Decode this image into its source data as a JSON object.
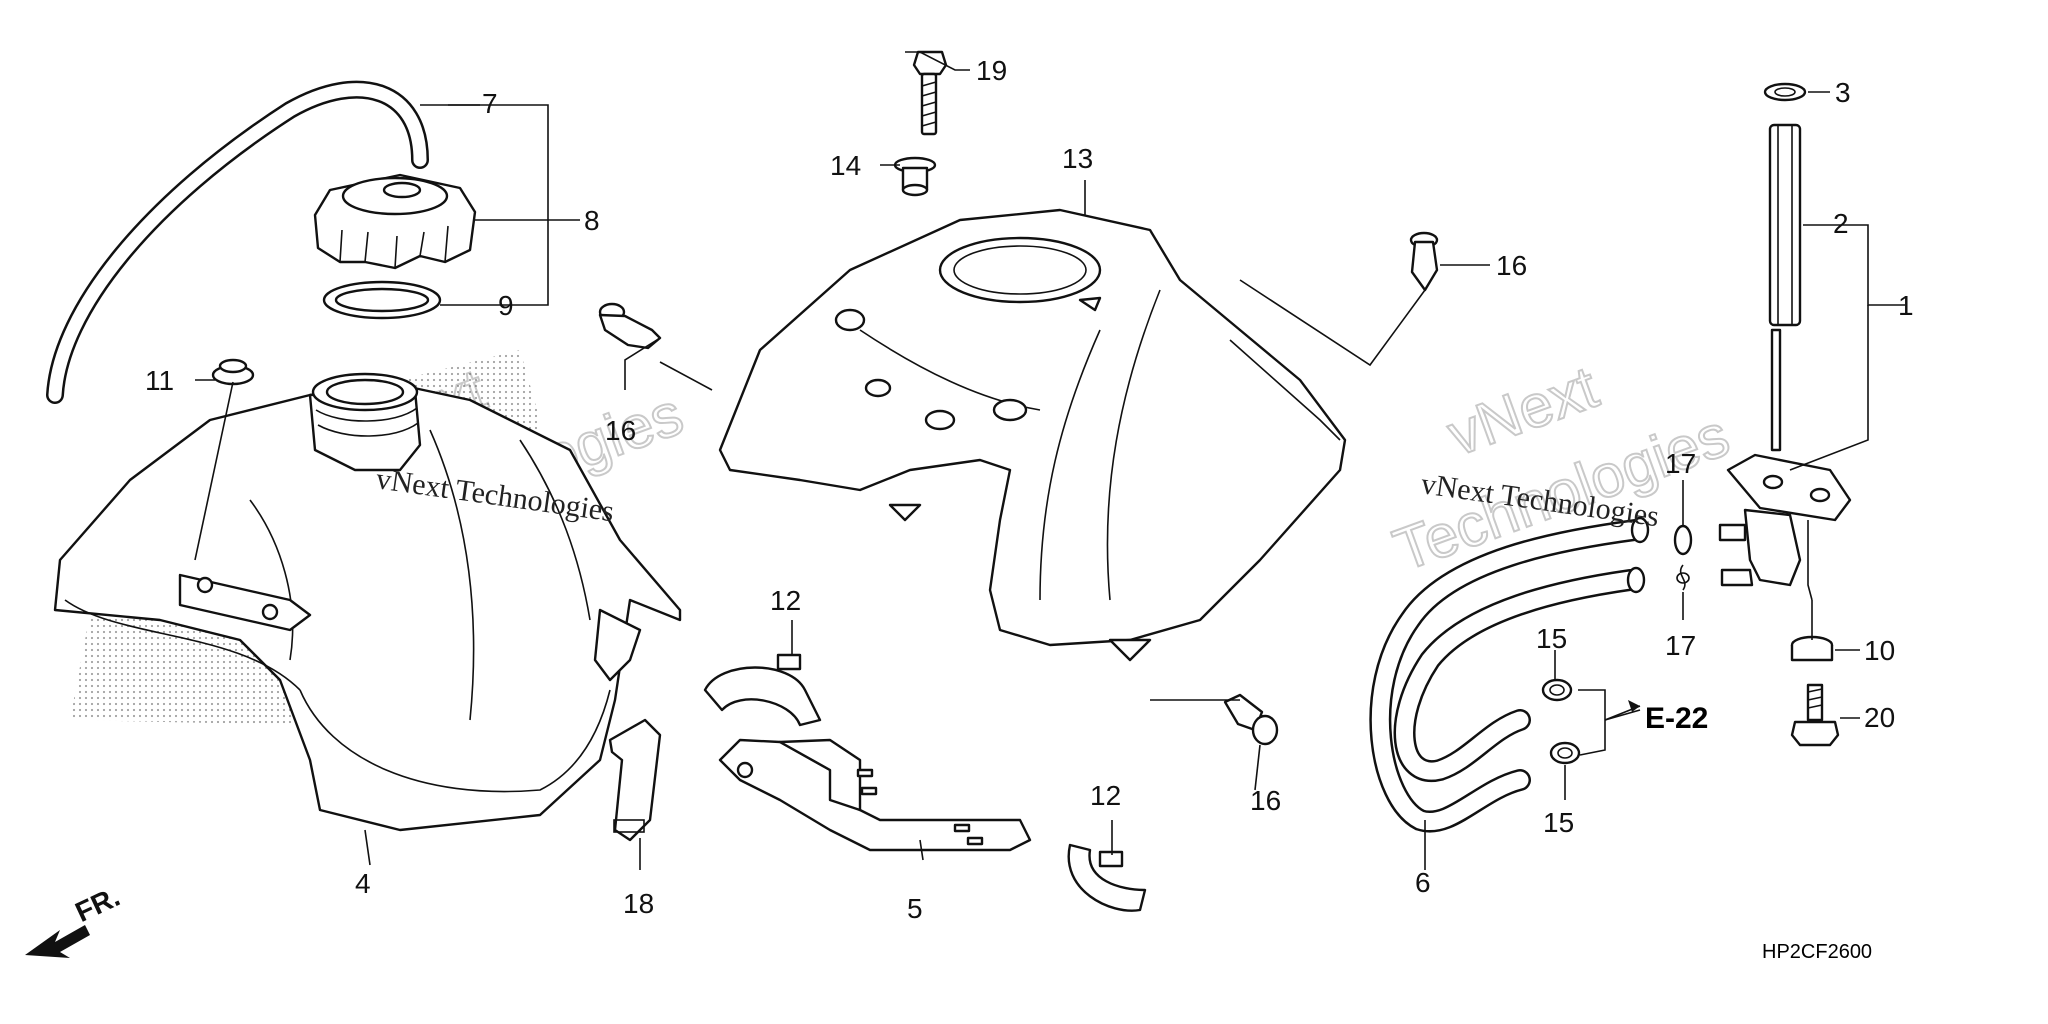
{
  "callouts": {
    "c1": "1",
    "c2": "2",
    "c3": "3",
    "c4": "4",
    "c5": "5",
    "c6": "6",
    "c7": "7",
    "c8": "8",
    "c9": "9",
    "c10": "10",
    "c11": "11",
    "c12a": "12",
    "c12b": "12",
    "c13": "13",
    "c14": "14",
    "c15a": "15",
    "c15b": "15",
    "c16a": "16",
    "c16b": "16",
    "c16c": "16",
    "c17a": "17",
    "c17b": "17",
    "c18": "18",
    "c19": "19",
    "c20": "20"
  },
  "reference": "E-22",
  "front_marker": "FR.",
  "diagram_code": "HP2CF2600",
  "watermark": {
    "line1": "vNext Technologies",
    "big_line1": "vNext",
    "big_line2": "Technologies"
  },
  "icons": {
    "front_arrow": "front-direction-arrow-icon"
  }
}
